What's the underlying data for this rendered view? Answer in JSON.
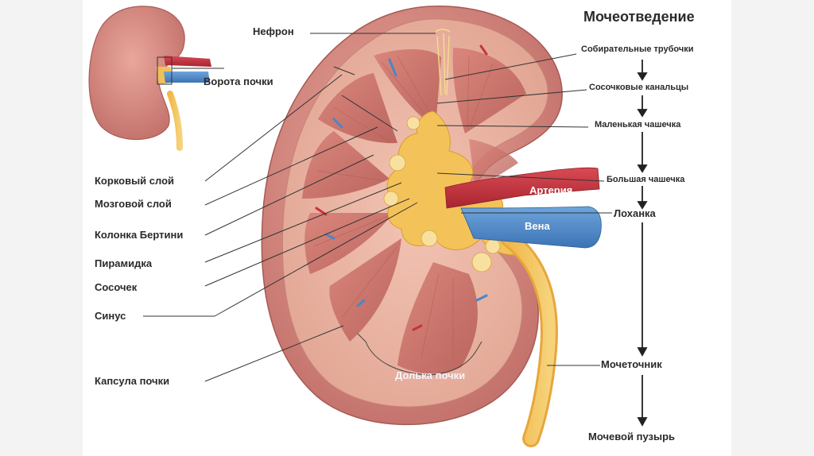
{
  "labels": {
    "nephron": "Нефрон",
    "hilum": "Ворота почки",
    "cortex": "Корковый слой",
    "medulla": "Мозговой слой",
    "bertin_column": "Колонка Бертини",
    "pyramid": "Пирамидка",
    "papilla": "Сосочек",
    "sinus": "Синус",
    "capsule": "Капсула почки",
    "lobule": "Долька почки",
    "artery": "Артерия",
    "vein": "Вена"
  },
  "flow": {
    "title": "Мочеотведение",
    "steps": [
      "Собирательные трубочки",
      "Сосочковые канальцы",
      "Маленькая чашечка",
      "Большая чашечка",
      "Лоханка",
      "Мочеточник",
      "Мочевой пузырь"
    ]
  },
  "colors": {
    "kidney": "#d98a82",
    "cortex": "#eab3a2",
    "pyramid": "#c9776e",
    "pelvis": "#f3c35a",
    "artery": "#c8323e",
    "vein": "#4b86c6"
  }
}
